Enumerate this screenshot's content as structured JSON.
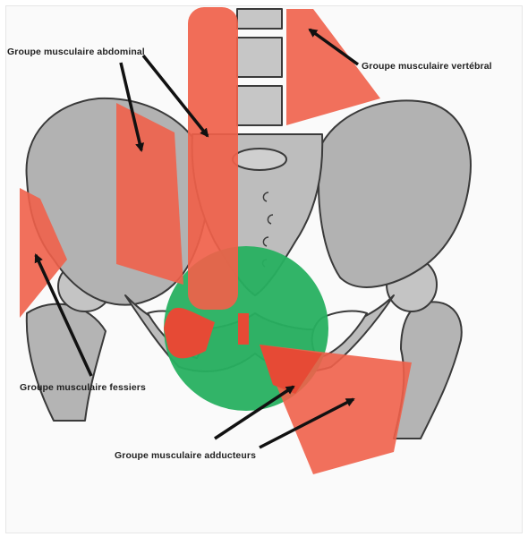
{
  "labels": {
    "abdominal": "Groupe musculaire abdominal",
    "vertebral": "Groupe musculaire vertébral",
    "fessiers": "Groupe musculaire fessiers",
    "adducteurs": "Groupe musculaire adducteurs"
  },
  "colors": {
    "muscle": "#f0614a",
    "muscle_dark": "#e64a35",
    "center_zone": "#27b060",
    "bone": "#b2b2b2",
    "bone_light": "#c9c9c9",
    "outline": "#3a3a3a",
    "arrow": "#111111"
  }
}
